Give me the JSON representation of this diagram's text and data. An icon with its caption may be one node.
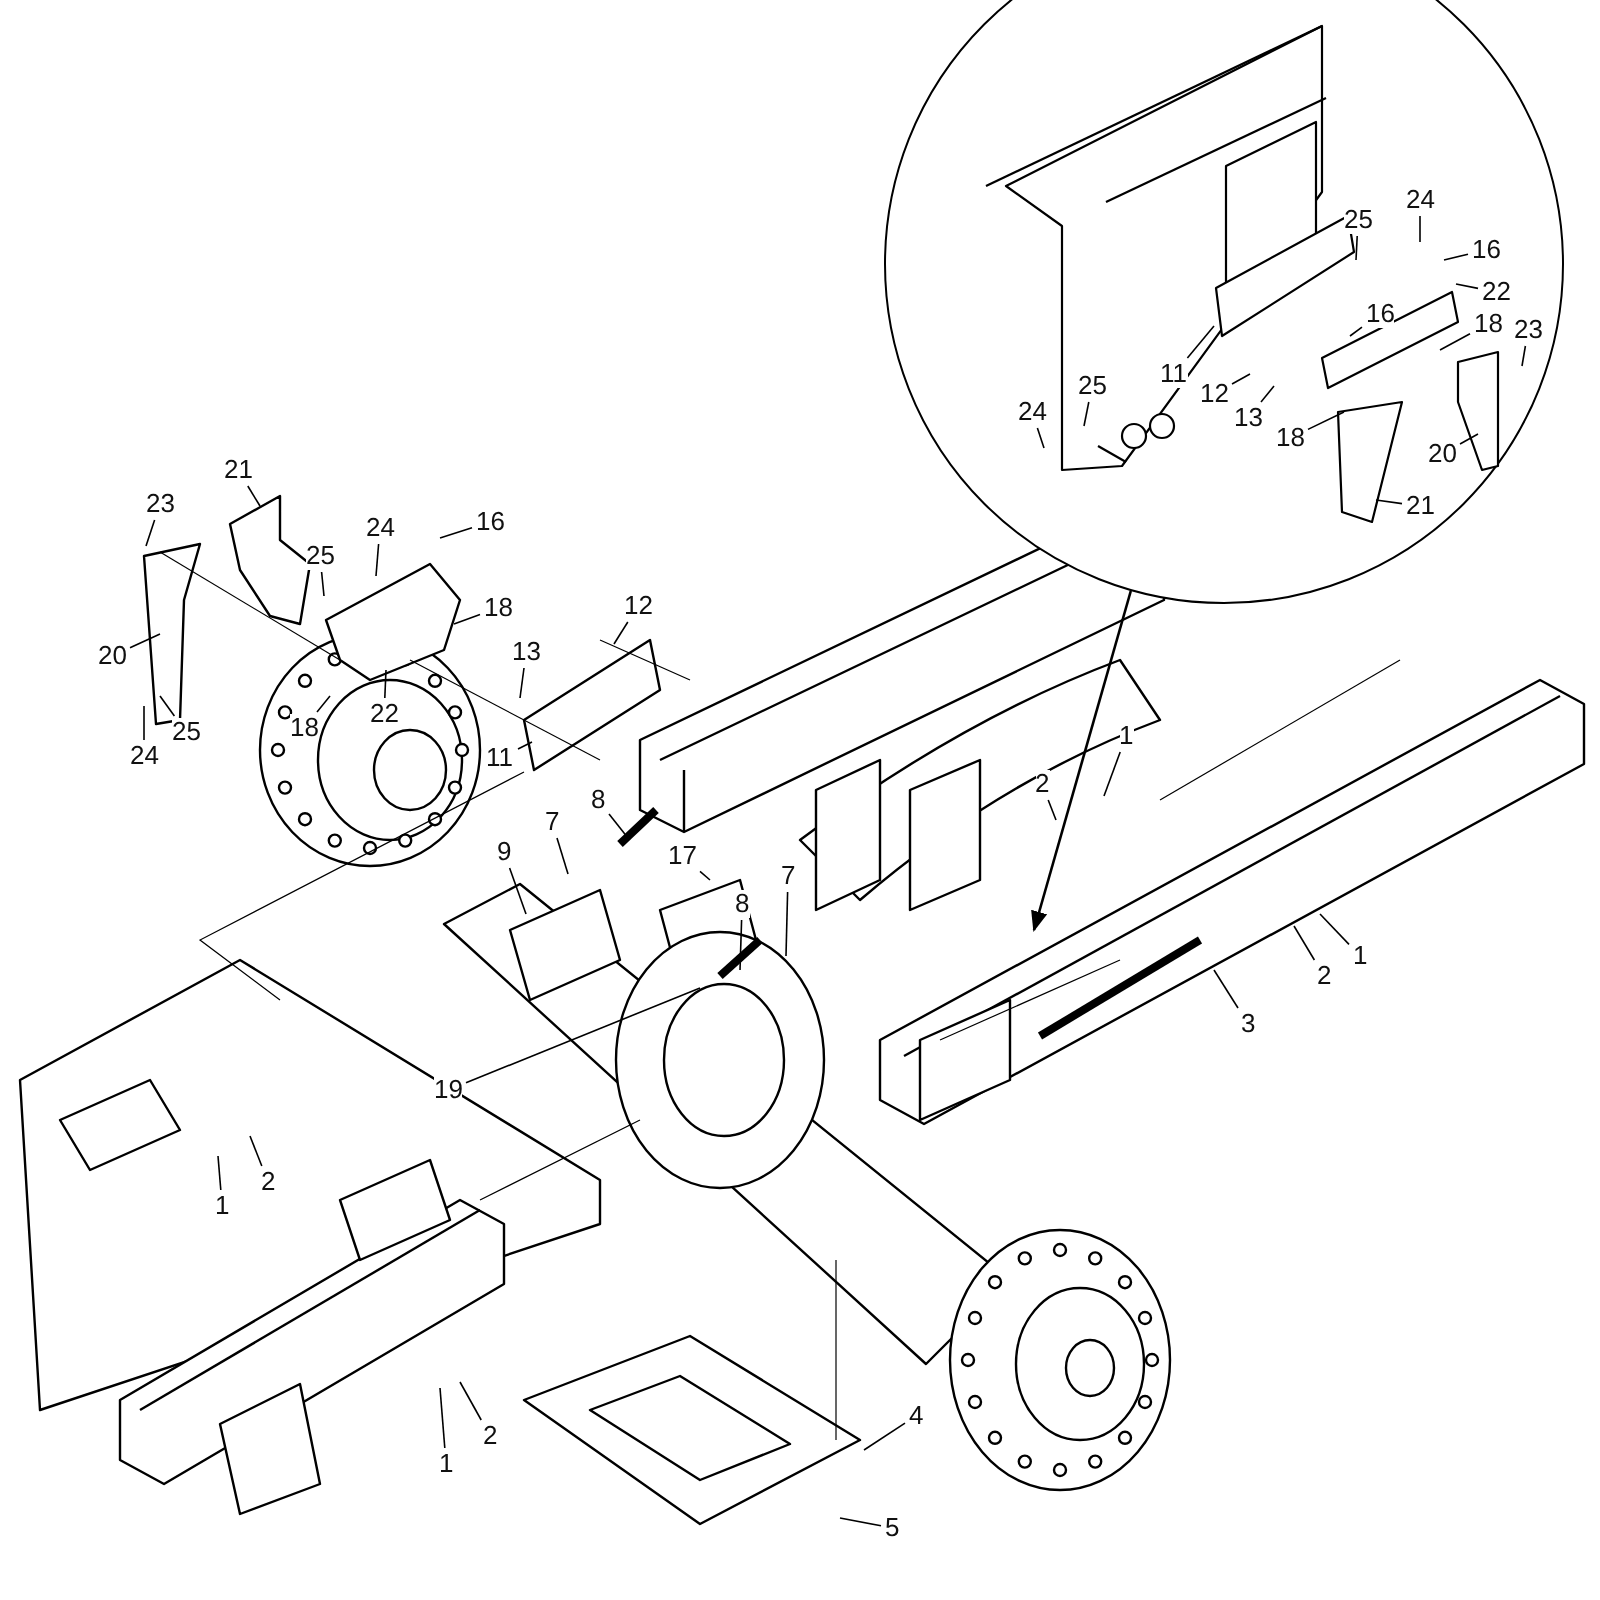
{
  "diagram": {
    "nodes": [
      {
        "text": [],
        "shape": "circle"
      },
      {
        "text": [
          "24"
        ],
        "in": 0
      },
      {
        "text": [
          "25"
        ],
        "in": 0
      },
      {
        "text": [
          "16"
        ],
        "in": 0
      },
      {
        "text": [
          "22"
        ],
        "in": 0
      },
      {
        "text": [
          "16"
        ],
        "in": 0
      },
      {
        "text": [
          "18"
        ],
        "in": 0
      },
      {
        "text": [
          "23"
        ],
        "in": 0
      },
      {
        "text": [
          "11"
        ],
        "in": 0
      },
      {
        "text": [
          "25"
        ],
        "in": 0
      },
      {
        "text": [
          "12"
        ],
        "in": 0
      },
      {
        "text": [
          "24"
        ],
        "in": 0
      },
      {
        "text": [
          "13"
        ],
        "in": 0
      },
      {
        "text": [
          "18"
        ],
        "in": 0
      },
      {
        "text": [
          "20"
        ],
        "in": 0
      },
      {
        "text": [
          "21"
        ],
        "in": 0
      },
      {
        "text": [
          "21"
        ]
      },
      {
        "text": [
          "23"
        ]
      },
      {
        "text": [
          "16"
        ]
      },
      {
        "text": [
          "24"
        ]
      },
      {
        "text": [
          "25"
        ]
      },
      {
        "text": [
          "12"
        ]
      },
      {
        "text": [
          "18"
        ]
      },
      {
        "text": [
          "13"
        ]
      },
      {
        "text": [
          "20"
        ]
      },
      {
        "text": [
          "22"
        ]
      },
      {
        "text": [
          "18"
        ]
      },
      {
        "text": [
          "25"
        ]
      },
      {
        "text": [
          "11"
        ]
      },
      {
        "text": [
          "24"
        ]
      },
      {
        "text": [
          "1"
        ]
      },
      {
        "text": [
          "2"
        ]
      },
      {
        "text": [
          "8"
        ]
      },
      {
        "text": [
          "7"
        ]
      },
      {
        "text": [
          "9"
        ]
      },
      {
        "text": [
          "17"
        ]
      },
      {
        "text": [
          "7"
        ]
      },
      {
        "text": [
          "8"
        ]
      },
      {
        "text": [
          "1"
        ]
      },
      {
        "text": [
          "2"
        ]
      },
      {
        "text": [
          "3"
        ]
      },
      {
        "text": [
          "19"
        ]
      },
      {
        "text": [
          "2"
        ]
      },
      {
        "text": [
          "1"
        ]
      },
      {
        "text": [
          "4"
        ]
      },
      {
        "text": [
          "2"
        ]
      },
      {
        "text": [
          "1"
        ]
      },
      {
        "text": [
          "5"
        ]
      }
    ],
    "edges": [
      {
        "from": 0,
        "to": null,
        "arrow": "to"
      },
      {
        "from": 1,
        "to": null,
        "arrow": "none"
      },
      {
        "from": 2,
        "to": null,
        "arrow": "none"
      },
      {
        "from": 3,
        "to": null,
        "arrow": "none"
      },
      {
        "from": 4,
        "to": null,
        "arrow": "none"
      },
      {
        "from": 5,
        "to": null,
        "arrow": "none"
      },
      {
        "from": 6,
        "to": null,
        "arrow": "none"
      },
      {
        "from": 7,
        "to": null,
        "arrow": "none"
      },
      {
        "from": 8,
        "to": null,
        "arrow": "none"
      },
      {
        "from": 9,
        "to": null,
        "arrow": "none"
      },
      {
        "from": 10,
        "to": null,
        "arrow": "none"
      },
      {
        "from": 11,
        "to": null,
        "arrow": "none"
      },
      {
        "from": 12,
        "to": null,
        "arrow": "none"
      },
      {
        "from": 13,
        "to": null,
        "arrow": "none"
      },
      {
        "from": 14,
        "to": null,
        "arrow": "none"
      },
      {
        "from": 15,
        "to": null,
        "arrow": "none"
      },
      {
        "from": 16,
        "to": null,
        "arrow": "none"
      },
      {
        "from": 17,
        "to": null,
        "arrow": "none"
      },
      {
        "from": 18,
        "to": null,
        "arrow": "none"
      },
      {
        "from": 19,
        "to": null,
        "arrow": "none"
      },
      {
        "from": 20,
        "to": null,
        "arrow": "none"
      },
      {
        "from": 21,
        "to": null,
        "arrow": "none"
      },
      {
        "from": 22,
        "to": null,
        "arrow": "none"
      },
      {
        "from": 23,
        "to": null,
        "arrow": "none"
      },
      {
        "from": 24,
        "to": null,
        "arrow": "none"
      },
      {
        "from": 25,
        "to": null,
        "arrow": "none"
      },
      {
        "from": 26,
        "to": null,
        "arrow": "none"
      },
      {
        "from": 27,
        "to": null,
        "arrow": "none"
      },
      {
        "from": 28,
        "to": null,
        "arrow": "none"
      },
      {
        "from": 29,
        "to": null,
        "arrow": "none"
      },
      {
        "from": 30,
        "to": null,
        "arrow": "none"
      },
      {
        "from": 31,
        "to": null,
        "arrow": "none"
      },
      {
        "from": 32,
        "to": null,
        "arrow": "none"
      },
      {
        "from": 33,
        "to": null,
        "arrow": "none"
      },
      {
        "from": 34,
        "to": null,
        "arrow": "none"
      },
      {
        "from": 35,
        "to": null,
        "arrow": "none"
      },
      {
        "from": 36,
        "to": null,
        "arrow": "none"
      },
      {
        "from": 37,
        "to": null,
        "arrow": "none"
      },
      {
        "from": 38,
        "to": null,
        "arrow": "none"
      },
      {
        "from": 39,
        "to": null,
        "arrow": "none"
      },
      {
        "from": 40,
        "to": null,
        "arrow": "none"
      },
      {
        "from": 41,
        "to": null,
        "arrow": "none"
      },
      {
        "from": 42,
        "to": null,
        "arrow": "none"
      },
      {
        "from": 43,
        "to": null,
        "arrow": "none"
      },
      {
        "from": 44,
        "to": null,
        "arrow": "none"
      },
      {
        "from": 45,
        "to": null,
        "arrow": "none"
      },
      {
        "from": 46,
        "to": null,
        "arrow": "none"
      },
      {
        "from": 47,
        "to": null,
        "arrow": "none"
      }
    ]
  }
}
